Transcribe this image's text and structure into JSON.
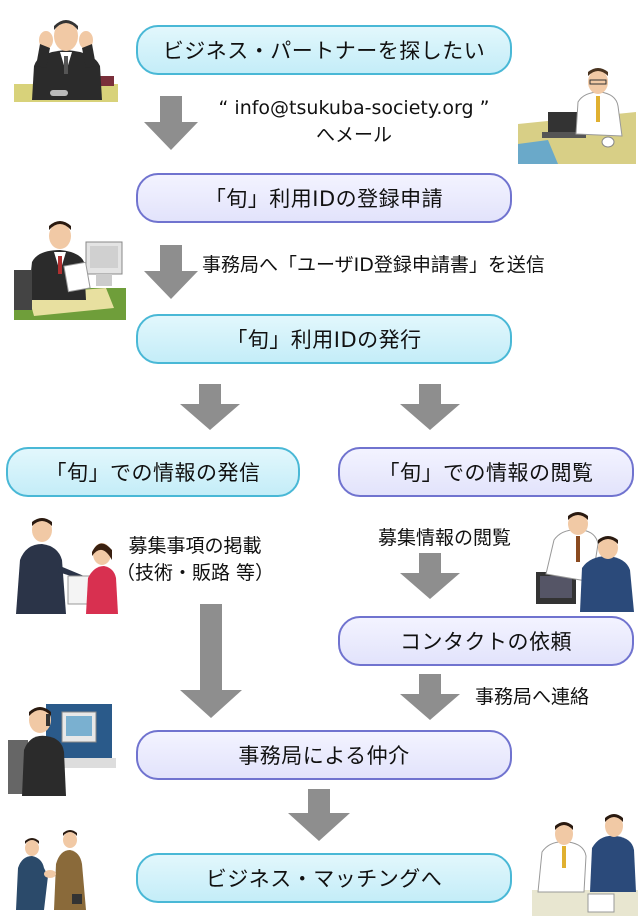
{
  "boxes": {
    "b1": "ビジネス・パートナーを探したい",
    "b2": "「旬」利用IDの登録申請",
    "b3": "「旬」利用IDの発行",
    "b4": "「旬」での情報の発信",
    "b5": "「旬」での情報の閲覧",
    "b6": "コンタクトの依頼",
    "b7": "事務局による仲介",
    "b8": "ビジネス・マッチングへ"
  },
  "notes": {
    "email_line1": "“ info@tsukuba-society.org ”",
    "email_line2": "へメール",
    "send_form": "事務局へ「ユーザID登録申請書」を送信",
    "post_line1": "募集事項の掲載",
    "post_line2": "（技術・販路 等）",
    "browse": "募集情報の閲覧",
    "contact_office": "事務局へ連絡"
  },
  "colors": {
    "cyan_fill": "#c4edf8",
    "cyan_border": "#49b8d6",
    "lavender_fill": "#e2e3fb",
    "lavender_border": "#7073cf",
    "arrow": "#8e8e8e"
  }
}
